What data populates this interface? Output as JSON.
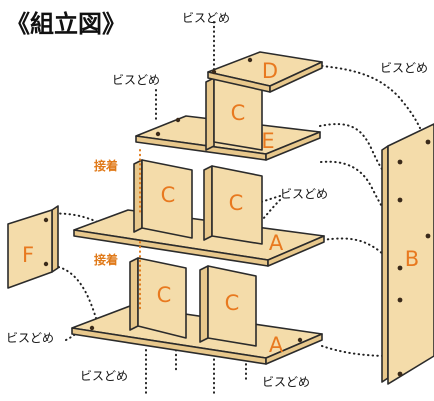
{
  "title": "《組立図》",
  "labels": {
    "screw_top": "ビスどめ",
    "screw_left_upper": "ビスどめ",
    "screw_right_top": "ビスどめ",
    "screw_middle": "ビスどめ",
    "screw_left_lower": "ビスどめ",
    "screw_bottom_left": "ビスどめ",
    "screw_bottom_right": "ビスどめ",
    "glue_upper": "接着",
    "glue_lower": "接着"
  },
  "parts": {
    "A1": "A",
    "A2": "A",
    "B": "B",
    "C1": "C",
    "C2": "C",
    "C3": "C",
    "C4": "C",
    "C5": "C",
    "D": "D",
    "E": "E",
    "F": "F"
  },
  "colors": {
    "accent": "#e07a1a",
    "wood": "#f4dcaa",
    "outline": "#2b2b2b"
  }
}
